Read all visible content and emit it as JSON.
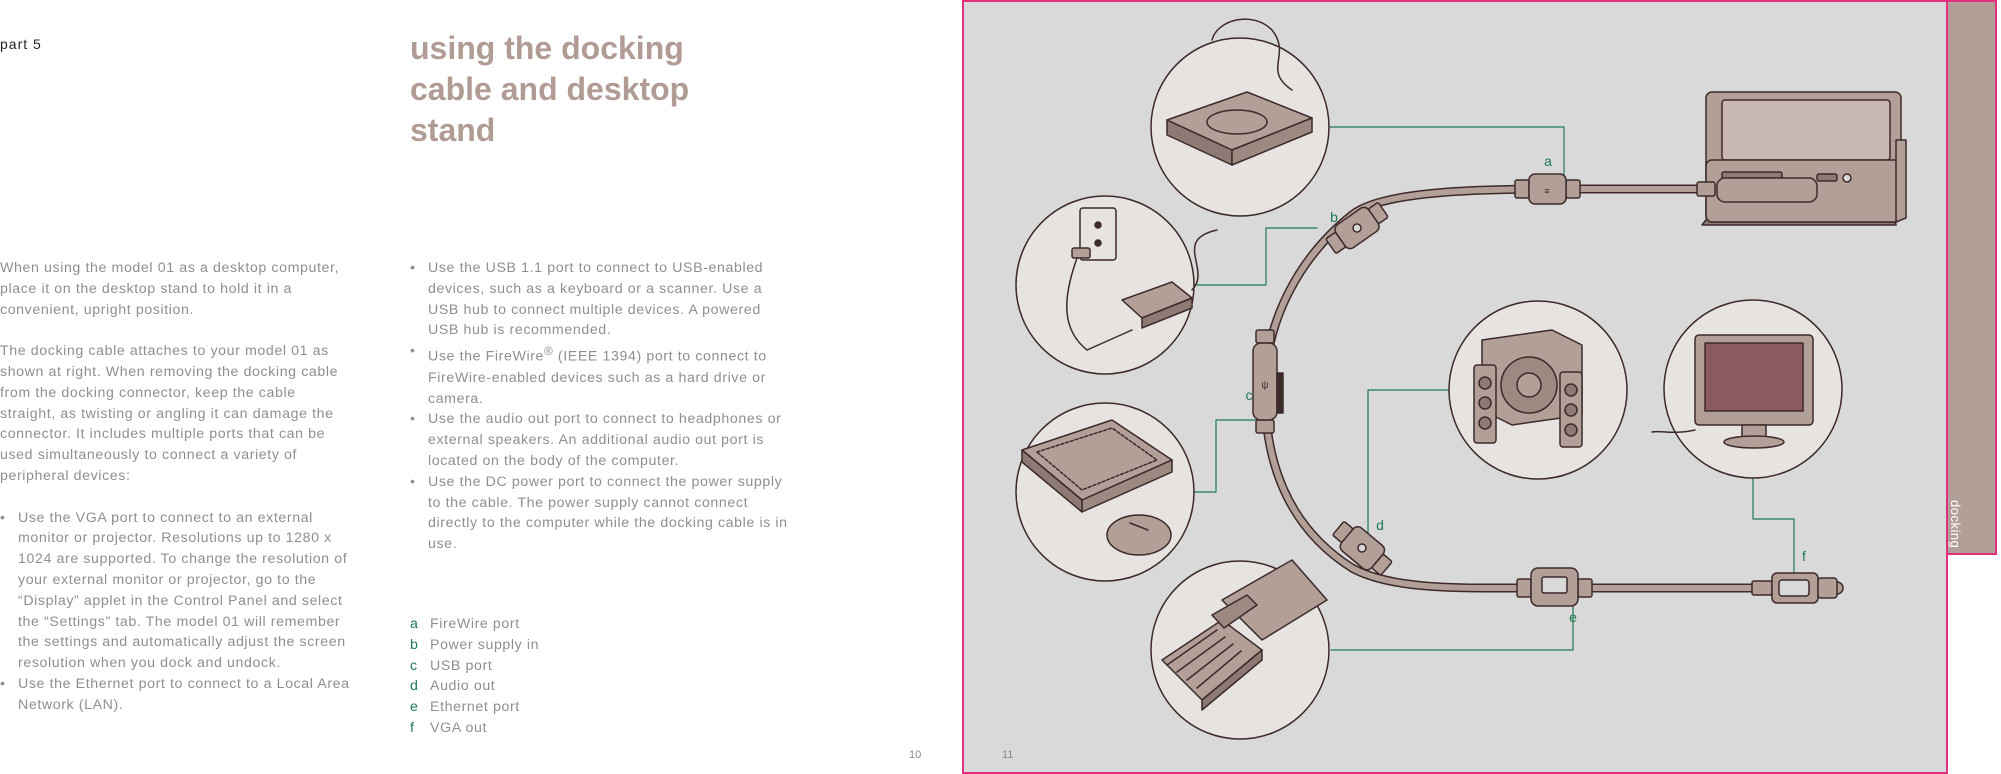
{
  "left_page": {
    "part_label": "part 5",
    "title": [
      "using the docking",
      "cable and desktop",
      "stand"
    ],
    "col_left": {
      "para1": "When using the model 01 as a desktop computer, place it on the desktop stand to hold it in a convenient, upright position.",
      "para2": "The docking cable attaches to your model 01 as shown at right. When removing the docking cable from the docking connector, keep the cable straight, as twisting or angling it can damage the connector. It includes multiple ports that can be used simultaneously to connect a variety of peripheral devices:",
      "bullets": [
        "Use the VGA port to connect to an external monitor or projector. Resolutions up to 1280 x 1024 are supported. To change the resolution of your external monitor or projector, go to the “Display” applet in the Control Panel and select the “Settings” tab. The model 01 will remember the settings and automatically adjust the screen resolution when you dock and undock.",
        "Use the Ethernet port to connect to a Local Area Network (LAN)."
      ]
    },
    "col_right": {
      "bullets": [
        "Use the USB 1.1 port to connect to USB-enabled devices, such as a keyboard or a scanner. Use a USB hub to connect multiple devices. A powered USB hub is recommended.",
        "Use the audio out port to connect to headphones or external speakers. An additional audio out port is located on the body of the computer.",
        "Use the DC power port to connect the power supply to the cable. The power supply cannot connect directly to the computer while the docking cable is in use."
      ],
      "firewire_pre": "Use the FireWire",
      "firewire_sup": "®",
      "firewire_post": " (IEEE 1394) port to connect to FireWire-enabled devices such as a hard drive or camera."
    },
    "legend": [
      {
        "letter": "a",
        "label": "FireWire port"
      },
      {
        "letter": "b",
        "label": "Power supply in"
      },
      {
        "letter": "c",
        "label": "USB port"
      },
      {
        "letter": "d",
        "label": "Audio out"
      },
      {
        "letter": "e",
        "label": "Ethernet port"
      },
      {
        "letter": "f",
        "label": "VGA out"
      }
    ],
    "page_number": "10"
  },
  "right_page": {
    "page_number": "11",
    "tab_label": "docking",
    "callouts": [
      "a",
      "b",
      "c",
      "d",
      "e",
      "f"
    ],
    "colors": {
      "panel_bg": "#dad9d9",
      "frame": "#e0317f",
      "tab": "#b29f98",
      "device_fill": "#b29f98",
      "outline": "#3d2a2a",
      "leader": "#1f7a53",
      "title": "#b09c94"
    }
  }
}
